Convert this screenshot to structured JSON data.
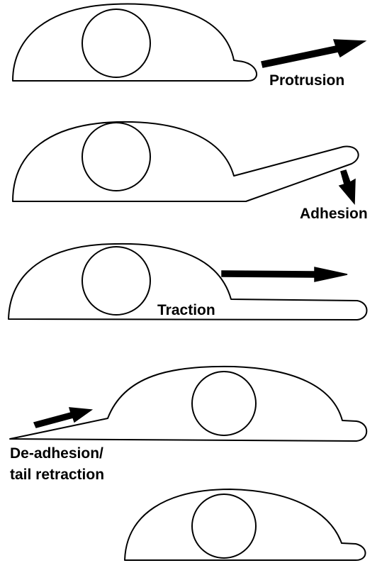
{
  "diagram": {
    "stages": [
      {
        "label": "Protrusion"
      },
      {
        "label": "Adhesion"
      },
      {
        "label": "Traction"
      },
      {
        "label_line1": "De-adhesion/",
        "label_line2": "tail retraction"
      },
      {}
    ],
    "colors": {
      "stroke": "#000000",
      "fill": "#ffffff",
      "text": "#000000"
    }
  }
}
